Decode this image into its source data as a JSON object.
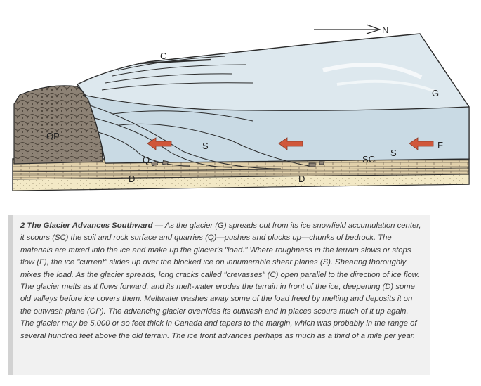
{
  "figure": {
    "north_arrow_label": "N",
    "labels": {
      "crevasses": "C",
      "glacier": "G",
      "outwash_plane": "OP",
      "shear_planes_1": "S",
      "shear_planes_2": "S",
      "quarries": "Q",
      "deepening_1": "D",
      "deepening_2": "D",
      "scours": "SC",
      "flow": "F"
    },
    "colors": {
      "ice": "#c9dae4",
      "ice_light": "#dde8ee",
      "outwash": "#8d8275",
      "bedrock": "#e2d1ab",
      "sand": "#f3e9c6",
      "arrow": "#d0573b",
      "ink": "#2b2b2b"
    }
  },
  "caption": {
    "title": "2 The Glacier Advances Southward",
    "text": " — As the glacier (G) spreads out from its ice snowfield accumulation center, it scours (SC) the soil and rock surface and quarries (Q)—pushes and plucks up—chunks of bedrock. The materials are mixed into the ice and make up the glacier's \"load.\" Where roughness in the terrain slows or stops flow (F), the ice \"current\" slides up over the blocked  ice on innumerable shear planes (S). Shearing thoroughly mixes the load. As the glacier spreads, long cracks called \"crevasses\" (C) open parallel to the direction of ice flow. The glacier melts as it flows forward, and its melt-water erodes the terrain in front of  the ice, deepening (D) some old valleys before ice covers them. Meltwater washes away some of the load freed by melting and deposits it on the outwash plane (OP). The advancing glacier overrides its outwash and in places scours much of it up again.  The glacier may be 5,000 or so feet thick in Canada and tapers to the margin, which was probably in the range of several hundred  feet above the old terrain. The ice front advances perhaps as much as a third of a mile per year."
  }
}
